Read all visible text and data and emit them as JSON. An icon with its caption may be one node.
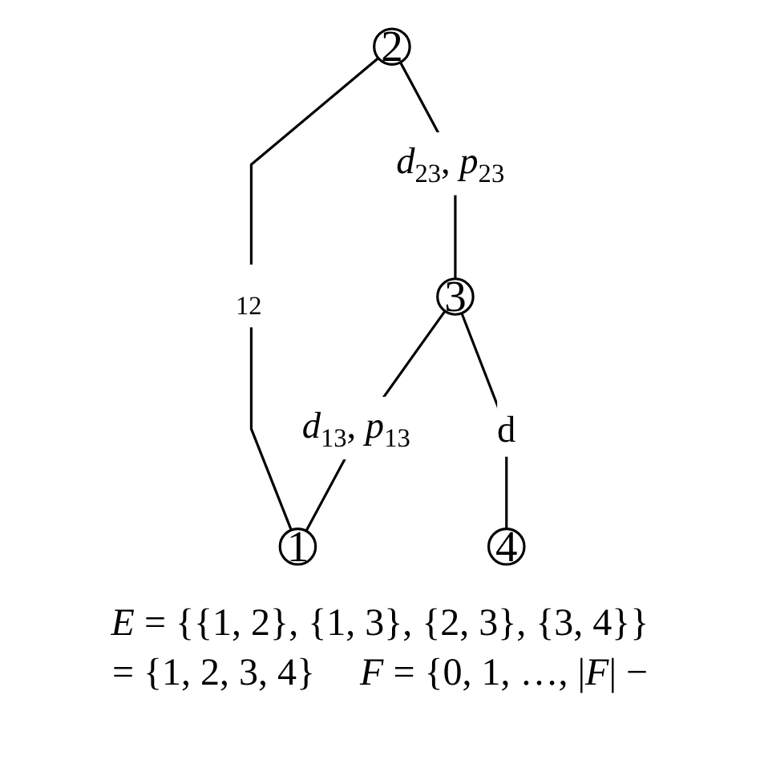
{
  "diagram": {
    "nodes": [
      {
        "text": [
          "2"
        ]
      },
      {
        "text": [
          "3"
        ]
      },
      {
        "text": [
          "1"
        ]
      },
      {
        "text": [
          "4"
        ]
      }
    ],
    "edges": [
      {
        "from": 0,
        "to": 1,
        "arrow": "none",
        "label": "*d*$_{23}$, *p*$_{23}$"
      },
      {
        "from": 0,
        "to": 2,
        "arrow": "none",
        "label": "$_{12}$"
      },
      {
        "from": 1,
        "to": 2,
        "arrow": "none",
        "label": "*d*$_{13}$, *p*$_{13}$"
      },
      {
        "from": 1,
        "to": 3,
        "arrow": "none",
        "label": "d"
      }
    ],
    "labels": [
      "*E* = {{1, 2}, {1, 3}, {2, 3}, {3, 4}}",
      "= {1, 2, 3, 4}",
      "*F* = {0, 1, …, |*F*| −"
    ]
  }
}
